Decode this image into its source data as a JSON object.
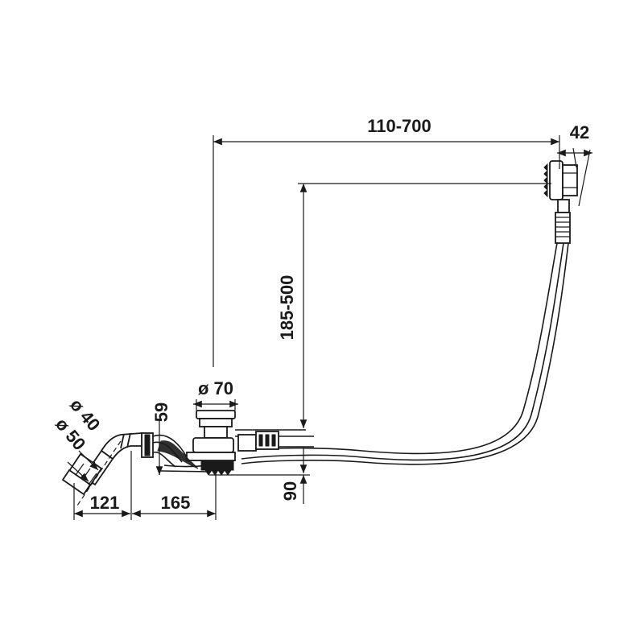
{
  "dimensions": {
    "overflow_reach": "110-700",
    "overflow_depth": "42",
    "overflow_height": "185-500",
    "drain_diameter": "ø 70",
    "drain_height": "59",
    "pipe_d40": "ø 40",
    "pipe_d50": "ø 50",
    "outlet_length": "121",
    "trap_length": "165",
    "base_height": "90"
  },
  "colors": {
    "ink": "#1a1a1a",
    "background": "#ffffff"
  }
}
